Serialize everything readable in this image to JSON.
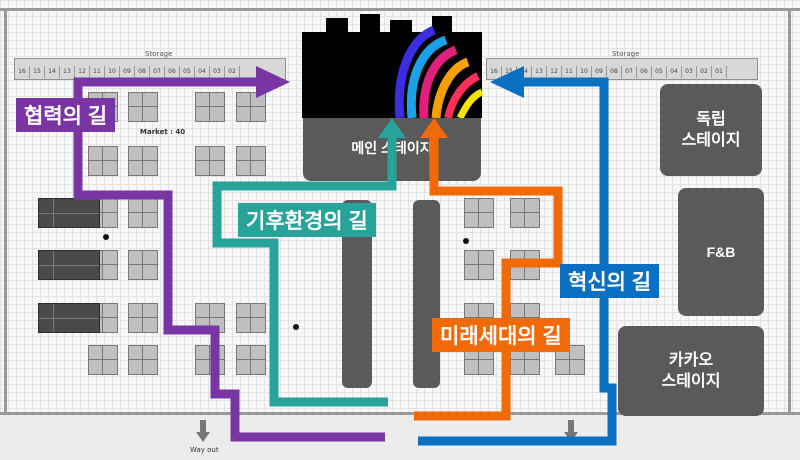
{
  "storage": {
    "title": "Storage",
    "left_numbers": [
      "16",
      "15",
      "14",
      "13",
      "12",
      "11",
      "10",
      "09",
      "08",
      "07",
      "06",
      "05",
      "04",
      "03",
      "02"
    ],
    "right_numbers": [
      "16",
      "15",
      "14",
      "13",
      "12",
      "11",
      "10",
      "09",
      "08",
      "07",
      "06",
      "05",
      "04",
      "03",
      "02",
      "01"
    ]
  },
  "market_label": "Market : 40",
  "zones": {
    "main_stage": "메인 스테이지",
    "indie_stage": "독립\n스테이지",
    "fnb": "F&B",
    "kakao_stage": "카카오\n스테이지"
  },
  "routes": [
    {
      "name": "협력의 길",
      "color": "#7a35a4"
    },
    {
      "name": "기후환경의 길",
      "color": "#27a39a"
    },
    {
      "name": "미래세대의 길",
      "color": "#f06a0a"
    },
    {
      "name": "혁신의 길",
      "color": "#0b6fc2"
    }
  ],
  "exits": {
    "way_out": "Way out"
  }
}
